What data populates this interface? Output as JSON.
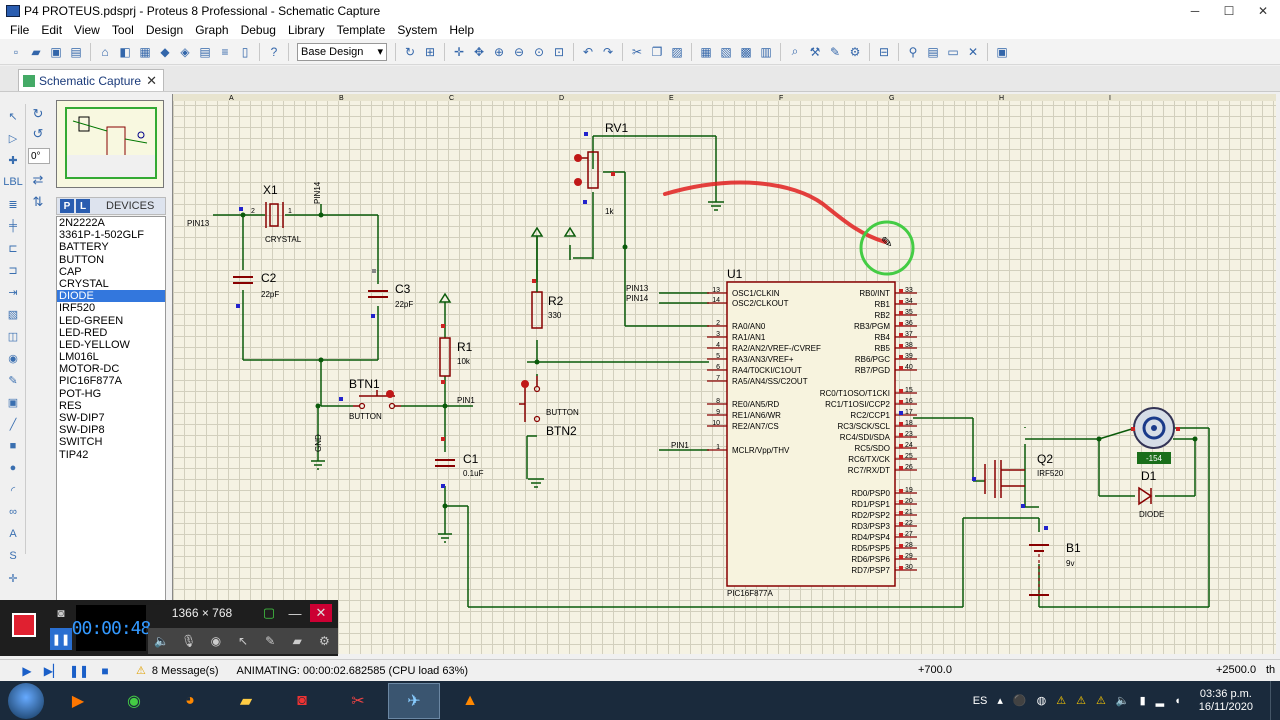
{
  "window": {
    "title": "P4 PROTEUS.pdsprj - Proteus 8 Professional - Schematic Capture",
    "controls": [
      "─",
      "☐",
      "✕"
    ]
  },
  "menu": [
    "File",
    "Edit",
    "View",
    "Tool",
    "Design",
    "Graph",
    "Debug",
    "Library",
    "Template",
    "System",
    "Help"
  ],
  "toolbar": {
    "design_select": "Base Design"
  },
  "tab": {
    "label": "Schematic Capture",
    "close": "✕"
  },
  "rotation": {
    "angle": "0°"
  },
  "devices": {
    "header": "DEVICES",
    "p_label": "P",
    "l_label": "L",
    "items": [
      "2N2222A",
      "3361P-1-502GLF",
      "BATTERY",
      "BUTTON",
      "CAP",
      "CRYSTAL",
      "DIODE",
      "IRF520",
      "LED-GREEN",
      "LED-RED",
      "LED-YELLOW",
      "LM016L",
      "MOTOR-DC",
      "PIC16F877A",
      "POT-HG",
      "RES",
      "SW-DIP7",
      "SW-DIP8",
      "SWITCH",
      "TIP42"
    ],
    "selected": "DIODE"
  },
  "schematic": {
    "grid_cols": [
      "A",
      "B",
      "C",
      "D",
      "E",
      "F",
      "G",
      "H",
      "I"
    ],
    "x1": {
      "ref": "X1",
      "type": "CRYSTAL",
      "pin_left": "2",
      "pin_right": "1"
    },
    "c2": {
      "ref": "C2",
      "value": "22pF"
    },
    "c3": {
      "ref": "C3",
      "value": "22pF"
    },
    "btn1": {
      "ref": "BTN1",
      "type": "BUTTON"
    },
    "r1": {
      "ref": "R1",
      "value": "10k"
    },
    "c1": {
      "ref": "C1",
      "value": "0.1uF"
    },
    "rv1": {
      "ref": "RV1",
      "value": "1k"
    },
    "r2": {
      "ref": "R2",
      "value": "330"
    },
    "btn2": {
      "ref": "BTN2",
      "type": "BUTTON"
    },
    "u1": {
      "ref": "U1",
      "type": "PIC16F877A",
      "left_pins": [
        {
          "num": "13",
          "name": "OSC1/CLKIN"
        },
        {
          "num": "14",
          "name": "OSC2/CLKOUT"
        },
        {
          "num": "2",
          "name": "RA0/AN0"
        },
        {
          "num": "3",
          "name": "RA1/AN1"
        },
        {
          "num": "4",
          "name": "RA2/AN2/VREF-/CVREF"
        },
        {
          "num": "5",
          "name": "RA3/AN3/VREF+"
        },
        {
          "num": "6",
          "name": "RA4/T0CKI/C1OUT"
        },
        {
          "num": "7",
          "name": "RA5/AN4/SS/C2OUT"
        },
        {
          "num": "8",
          "name": "RE0/AN5/RD"
        },
        {
          "num": "9",
          "name": "RE1/AN6/WR"
        },
        {
          "num": "10",
          "name": "RE2/AN7/CS"
        },
        {
          "num": "1",
          "name": "MCLR/Vpp/THV"
        }
      ],
      "right_pins": [
        {
          "num": "33",
          "name": "RB0/INT"
        },
        {
          "num": "34",
          "name": "RB1"
        },
        {
          "num": "35",
          "name": "RB2"
        },
        {
          "num": "36",
          "name": "RB3/PGM"
        },
        {
          "num": "37",
          "name": "RB4"
        },
        {
          "num": "38",
          "name": "RB5"
        },
        {
          "num": "39",
          "name": "RB6/PGC"
        },
        {
          "num": "40",
          "name": "RB7/PGD"
        },
        {
          "num": "15",
          "name": "RC0/T1OSO/T1CKI"
        },
        {
          "num": "16",
          "name": "RC1/T1OSI/CCP2"
        },
        {
          "num": "17",
          "name": "RC2/CCP1"
        },
        {
          "num": "18",
          "name": "RC3/SCK/SCL"
        },
        {
          "num": "23",
          "name": "RC4/SDI/SDA"
        },
        {
          "num": "24",
          "name": "RC5/SDO"
        },
        {
          "num": "25",
          "name": "RC6/TX/CK"
        },
        {
          "num": "26",
          "name": "RC7/RX/DT"
        },
        {
          "num": "19",
          "name": "RD0/PSP0"
        },
        {
          "num": "20",
          "name": "RD1/PSP1"
        },
        {
          "num": "21",
          "name": "RD2/PSP2"
        },
        {
          "num": "22",
          "name": "RD3/PSP3"
        },
        {
          "num": "27",
          "name": "RD4/PSP4"
        },
        {
          "num": "28",
          "name": "RD5/PSP5"
        },
        {
          "num": "29",
          "name": "RD6/PSP6"
        },
        {
          "num": "30",
          "name": "RD7/PSP7"
        }
      ]
    },
    "q2": {
      "ref": "Q2",
      "type": "IRF520"
    },
    "d1": {
      "ref": "D1",
      "type": "DIODE"
    },
    "b1": {
      "ref": "B1",
      "value": "9v"
    },
    "motor": {
      "readout": "-154"
    },
    "labels": {
      "pin13": "PIN13",
      "pin14": "PIN14",
      "pin1": "PIN1",
      "gnd": "GND"
    }
  },
  "recorder": {
    "time": "00:00:48",
    "size": "1366 × 768"
  },
  "status": {
    "messages": "8 Message(s)",
    "animating": "ANIMATING: 00:00:02.682585 (CPU load 63%)",
    "x": "+700.0",
    "y": "+2500.0",
    "unit": "th"
  },
  "taskbar": {
    "lang": "ES",
    "time": "03:36 p.m.",
    "date": "16/11/2020"
  }
}
